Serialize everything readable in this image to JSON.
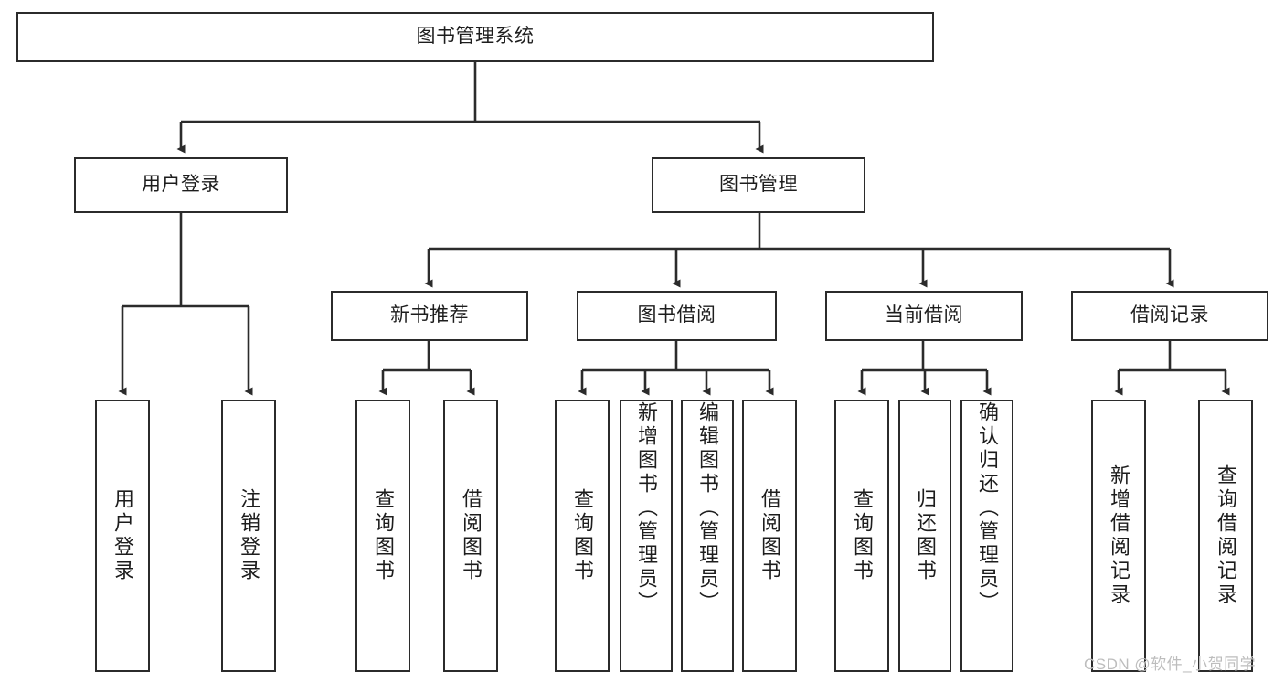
{
  "diagram": {
    "type": "tree-hierarchy",
    "title": "图书管理系统",
    "watermark": "CSDN @软件_小贺同学",
    "colors": {
      "stroke": "#2b2b2b",
      "fill": "#ffffff",
      "text": "#1d1d1d",
      "watermark": "#bdbdbd"
    },
    "root": {
      "label": "图书管理系统"
    },
    "level1": [
      {
        "label": "用户登录"
      },
      {
        "label": "图书管理"
      }
    ],
    "level2": [
      {
        "label": "新书推荐"
      },
      {
        "label": "图书借阅"
      },
      {
        "label": "当前借阅"
      },
      {
        "label": "借阅记录"
      }
    ],
    "leaves": {
      "user_login": [
        {
          "label": "用户登录"
        },
        {
          "label": "注销登录"
        }
      ],
      "new_book_recommend": [
        {
          "label": "查询图书"
        },
        {
          "label": "借阅图书"
        }
      ],
      "book_borrow": [
        {
          "label": "查询图书"
        },
        {
          "label": "新增图书（管理员）"
        },
        {
          "label": "编辑图书（管理员）"
        },
        {
          "label": "借阅图书"
        }
      ],
      "current_borrow": [
        {
          "label": "查询图书"
        },
        {
          "label": "归还图书"
        },
        {
          "label": "确认归还（管理员）"
        }
      ],
      "borrow_record": [
        {
          "label": "新增借阅记录"
        },
        {
          "label": "查询借阅记录"
        }
      ]
    }
  }
}
